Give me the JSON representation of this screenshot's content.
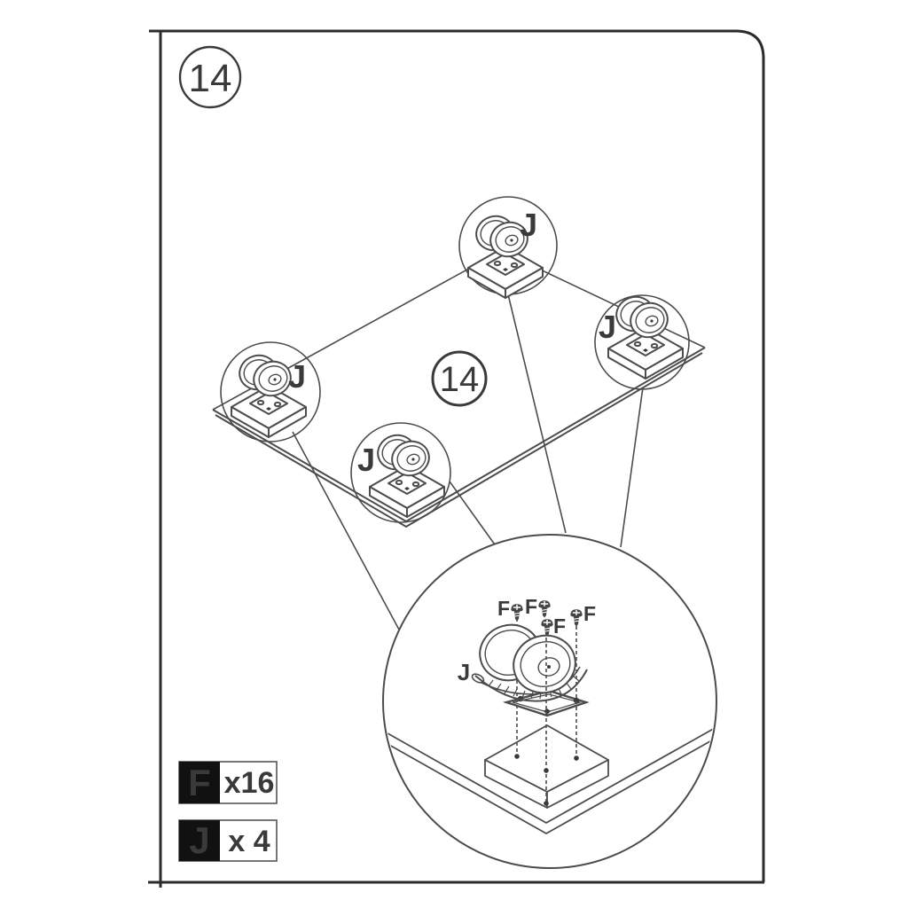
{
  "step_badge": {
    "number": "14"
  },
  "board": {
    "center_label": "14",
    "caster_callouts": [
      {
        "position": "top",
        "label": "J"
      },
      {
        "position": "right",
        "label": "J"
      },
      {
        "position": "left",
        "label": "J"
      },
      {
        "position": "bottom",
        "label": "J"
      }
    ]
  },
  "detail_view": {
    "caster_label": "J",
    "screw_labels": [
      "F",
      "F",
      "F",
      "F"
    ]
  },
  "legend": {
    "rows": [
      {
        "part_letter": "F",
        "quantity": "x16"
      },
      {
        "part_letter": "J",
        "quantity": "x 4"
      }
    ]
  },
  "colors": {
    "line": "#4c4c4c",
    "page_border": "#2b2b2b",
    "text": "#3a3a3a",
    "legend_box_bg": "#111111",
    "legend_letter": "#ffffff"
  }
}
